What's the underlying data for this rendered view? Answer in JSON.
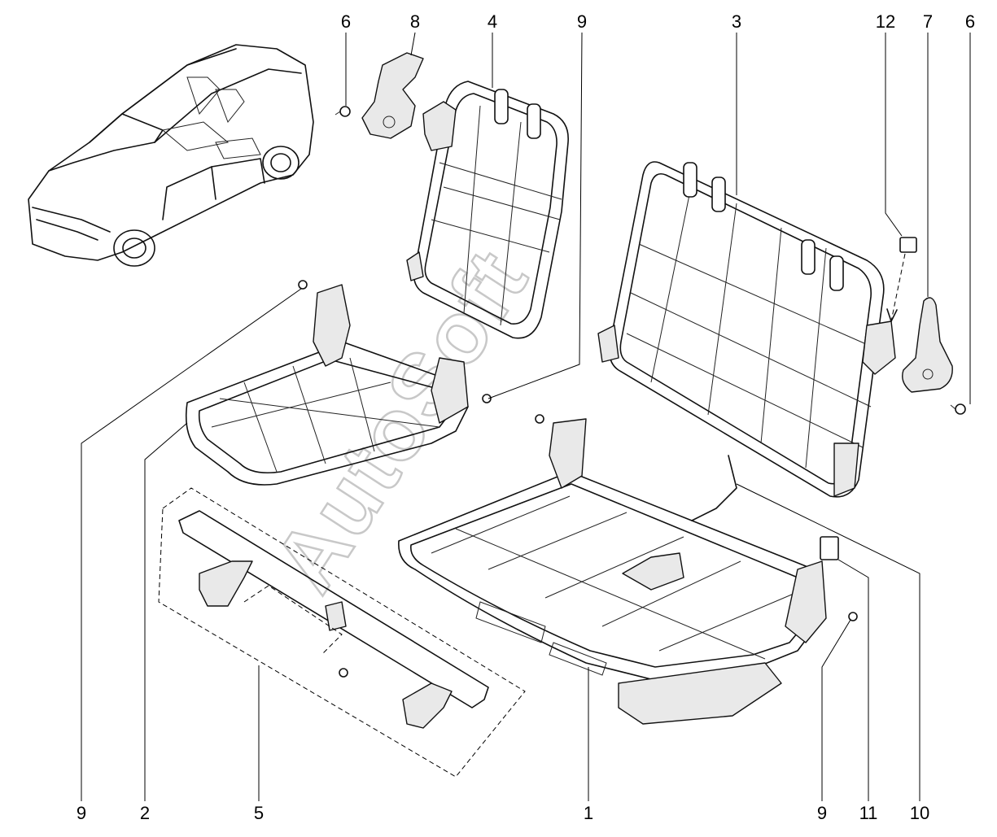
{
  "watermark": "AutoSoft",
  "callouts": {
    "top": [
      "6",
      "8",
      "4",
      "9",
      "3",
      "12",
      "7",
      "6"
    ],
    "bottom": [
      "9",
      "2",
      "5",
      "1",
      "9",
      "11",
      "10"
    ]
  }
}
